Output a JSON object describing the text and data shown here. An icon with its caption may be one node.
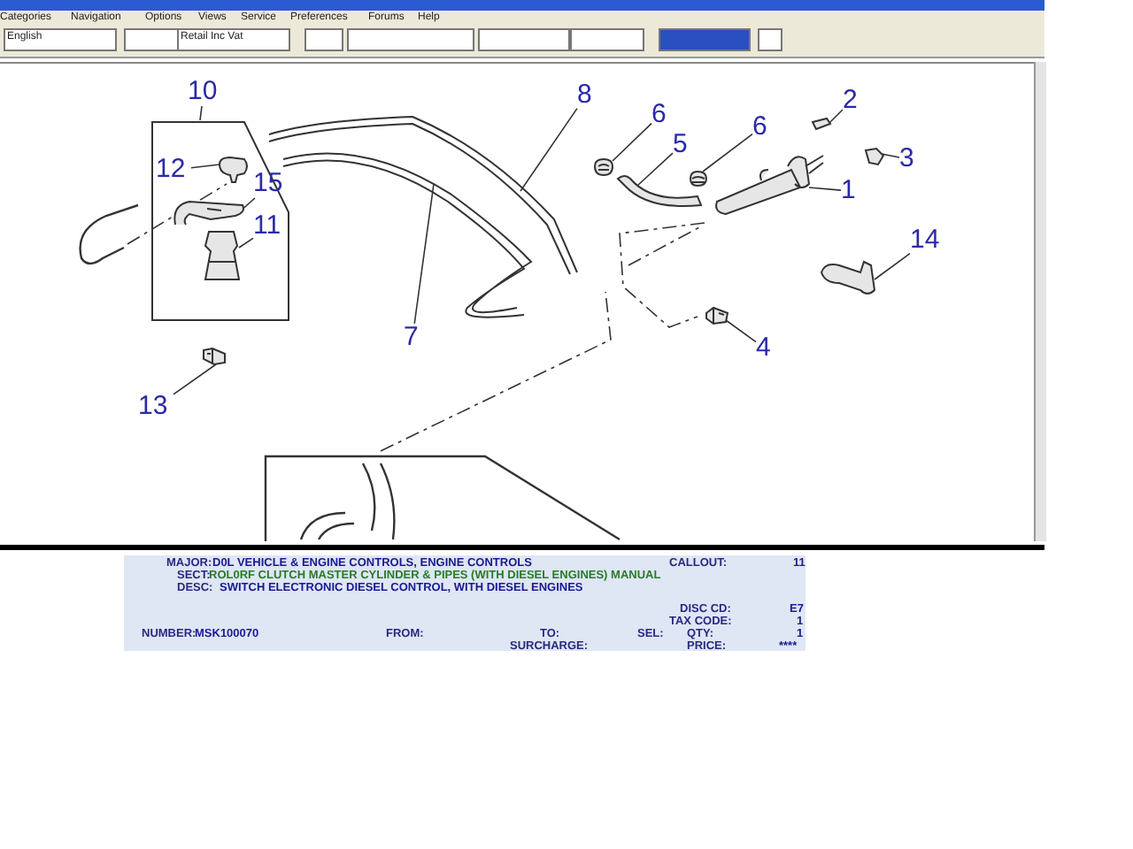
{
  "diagram": {
    "nodes": [
      {
        "text": [
          "10"
        ]
      },
      {
        "text": [],
        "shape": "box"
      },
      {
        "text": [
          "12"
        ],
        "in": 1
      },
      {
        "text": [],
        "shape": "picture",
        "in": 1
      },
      {
        "text": [
          "15"
        ],
        "in": 1
      },
      {
        "text": [],
        "shape": "picture",
        "in": 1
      },
      {
        "text": [
          "11"
        ],
        "in": 1
      },
      {
        "text": [],
        "shape": "picture",
        "in": 1
      },
      {
        "text": [
          "13"
        ]
      },
      {
        "text": [],
        "shape": "picture"
      },
      {
        "text": [
          "7"
        ]
      },
      {
        "text": [],
        "shape": "picture"
      },
      {
        "text": [
          "8"
        ]
      },
      {
        "text": [],
        "shape": "picture"
      },
      {
        "text": [
          "6"
        ]
      },
      {
        "text": [],
        "shape": "picture"
      },
      {
        "text": [
          "5"
        ]
      },
      {
        "text": [],
        "shape": "picture"
      },
      {
        "text": [
          "6"
        ]
      },
      {
        "text": [],
        "shape": "picture"
      },
      {
        "text": [
          "2"
        ]
      },
      {
        "text": [],
        "shape": "picture"
      },
      {
        "text": [
          "3"
        ]
      },
      {
        "text": [],
        "shape": "picture"
      },
      {
        "text": [
          "1"
        ]
      },
      {
        "text": [],
        "shape": "picture"
      },
      {
        "text": [
          "14"
        ]
      },
      {
        "text": [],
        "shape": "picture"
      },
      {
        "text": [
          "4"
        ]
      },
      {
        "text": [],
        "shape": "picture"
      }
    ],
    "edges": [
      {
        "from": 0,
        "to": 1,
        "arrow": "none"
      },
      {
        "from": 2,
        "to": 3,
        "arrow": "none"
      },
      {
        "from": 4,
        "to": 5,
        "arrow": "none"
      },
      {
        "from": 6,
        "to": 7,
        "arrow": "none"
      },
      {
        "from": 8,
        "to": 9,
        "arrow": "none"
      },
      {
        "from": 10,
        "to": 11,
        "arrow": "none"
      },
      {
        "from": 12,
        "to": 13,
        "arrow": "none"
      },
      {
        "from": 14,
        "to": 15,
        "arrow": "none"
      },
      {
        "from": 16,
        "to": 17,
        "arrow": "none"
      },
      {
        "from": 18,
        "to": 19,
        "arrow": "none"
      },
      {
        "from": 20,
        "to": 21,
        "arrow": "none"
      },
      {
        "from": 22,
        "to": 23,
        "arrow": "none"
      },
      {
        "from": 24,
        "to": 25,
        "arrow": "none"
      },
      {
        "from": 26,
        "to": 27,
        "arrow": "none"
      },
      {
        "from": 28,
        "to": 29,
        "arrow": "none"
      }
    ],
    "labels": [
      "Categories",
      "Navigation",
      "Options",
      "Views",
      "Service",
      "Preferences",
      "Forums",
      "Help",
      "English",
      "Retail Inc Vat",
      "MAJOR:",
      "D0L VEHICLE & ENGINE CONTROLS, ENGINE CONTROLS",
      "CALLOUT:",
      "11",
      "SECT:",
      "ROL0RF CLUTCH MASTER CYLINDER & PIPES (WITH DIESEL ENGINES) MANUAL",
      "DESC:",
      "SWITCH ELECTRONIC DIESEL CONTROL, WITH DIESEL ENGINES",
      "DISC CD:",
      "E7",
      "TAX CODE:",
      "1",
      "NUMBER:",
      "MSK100070",
      "FROM:",
      "TO:",
      "SEL:",
      "QTY:",
      "1",
      "SURCHARGE:",
      "PRICE:",
      "****"
    ]
  }
}
